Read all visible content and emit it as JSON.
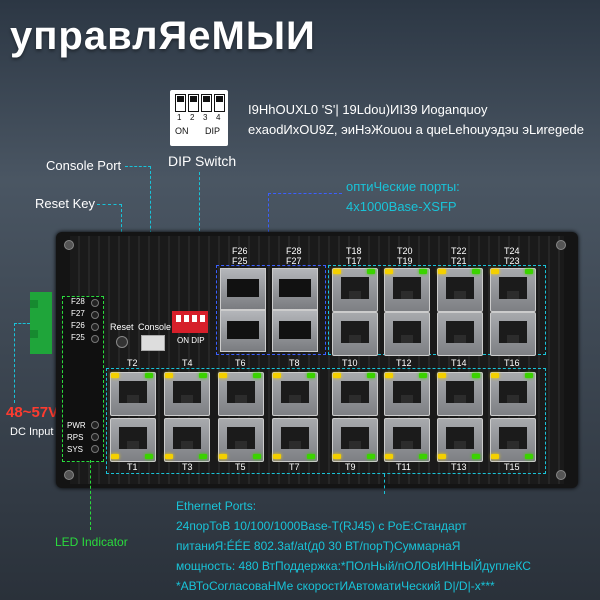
{
  "title": "управлЯеМЫИ",
  "dip_switch": {
    "numbers": [
      "1",
      "2",
      "3",
      "4"
    ],
    "on_label": "ON",
    "dip_label": "DIP",
    "caption": "DIP Switch"
  },
  "mirror_text": {
    "line1": "I9HhOUXL0 'S'| 19Ldou)ИI39 Иoganquoy",
    "line2": "exaodИxOU9Z, эиНэЖouou a queLehouyэдэu эLиregede"
  },
  "labels": {
    "console_port": "Console Port",
    "reset_key": "Reset Key",
    "optical_line1": "оптиЧеские порты:",
    "optical_line2": "4x1000Base-XSFP",
    "dc_voltage": "48~57V",
    "dc_input": "DC Input",
    "led_indicator": "LED Indicator",
    "reset": "Reset",
    "console": "Console",
    "on_dip": "ON DIP"
  },
  "device": {
    "sfp_labels": {
      "top": [
        "F26",
        "F28"
      ],
      "bottom": [
        "F25",
        "F27"
      ]
    },
    "top_row_labels": [
      "T18",
      "T20",
      "T22",
      "T24"
    ],
    "top_row_sub": [
      "T17",
      "T19",
      "T21",
      "T23"
    ],
    "mid_labels_upper": [
      "T2",
      "T4",
      "T6",
      "T8"
    ],
    "mid_labels_right": [
      "T10",
      "T12",
      "T14",
      "T16"
    ],
    "bottom_labels_left": [
      "T1",
      "T3",
      "T5",
      "T7"
    ],
    "bottom_labels_right": [
      "T9",
      "T11",
      "T13",
      "T15"
    ],
    "led_panel_top": [
      "F28",
      "F27",
      "F26",
      "F25"
    ],
    "led_panel_bottom": [
      "PWR",
      "RPS",
      "SYS"
    ]
  },
  "ethernet": {
    "heading": "Ethernet Ports:",
    "line1": "24порТоВ 10/100/1000Base-T(RJ45) с PoE:Стандарт",
    "line2": "питаниЯ:ÉÉE 802.3af/at(д0 30 ВТ/порТ)СуммарнаЯ",
    "line3": "мощность: 480 ВтПоддержка:*ПОлНый/пОЛОвИННЫЙдуплеКС",
    "line4": "*АВТоСогласоваНМе скоростИАвтоматиЧеский D|/D|-x***"
  },
  "colors": {
    "accent": "#19c3d8",
    "led_yellow": "#f4d000",
    "led_green": "#3bd300",
    "voltage": "#ff3b2f",
    "led_indicator_text": "#2adb3d"
  }
}
